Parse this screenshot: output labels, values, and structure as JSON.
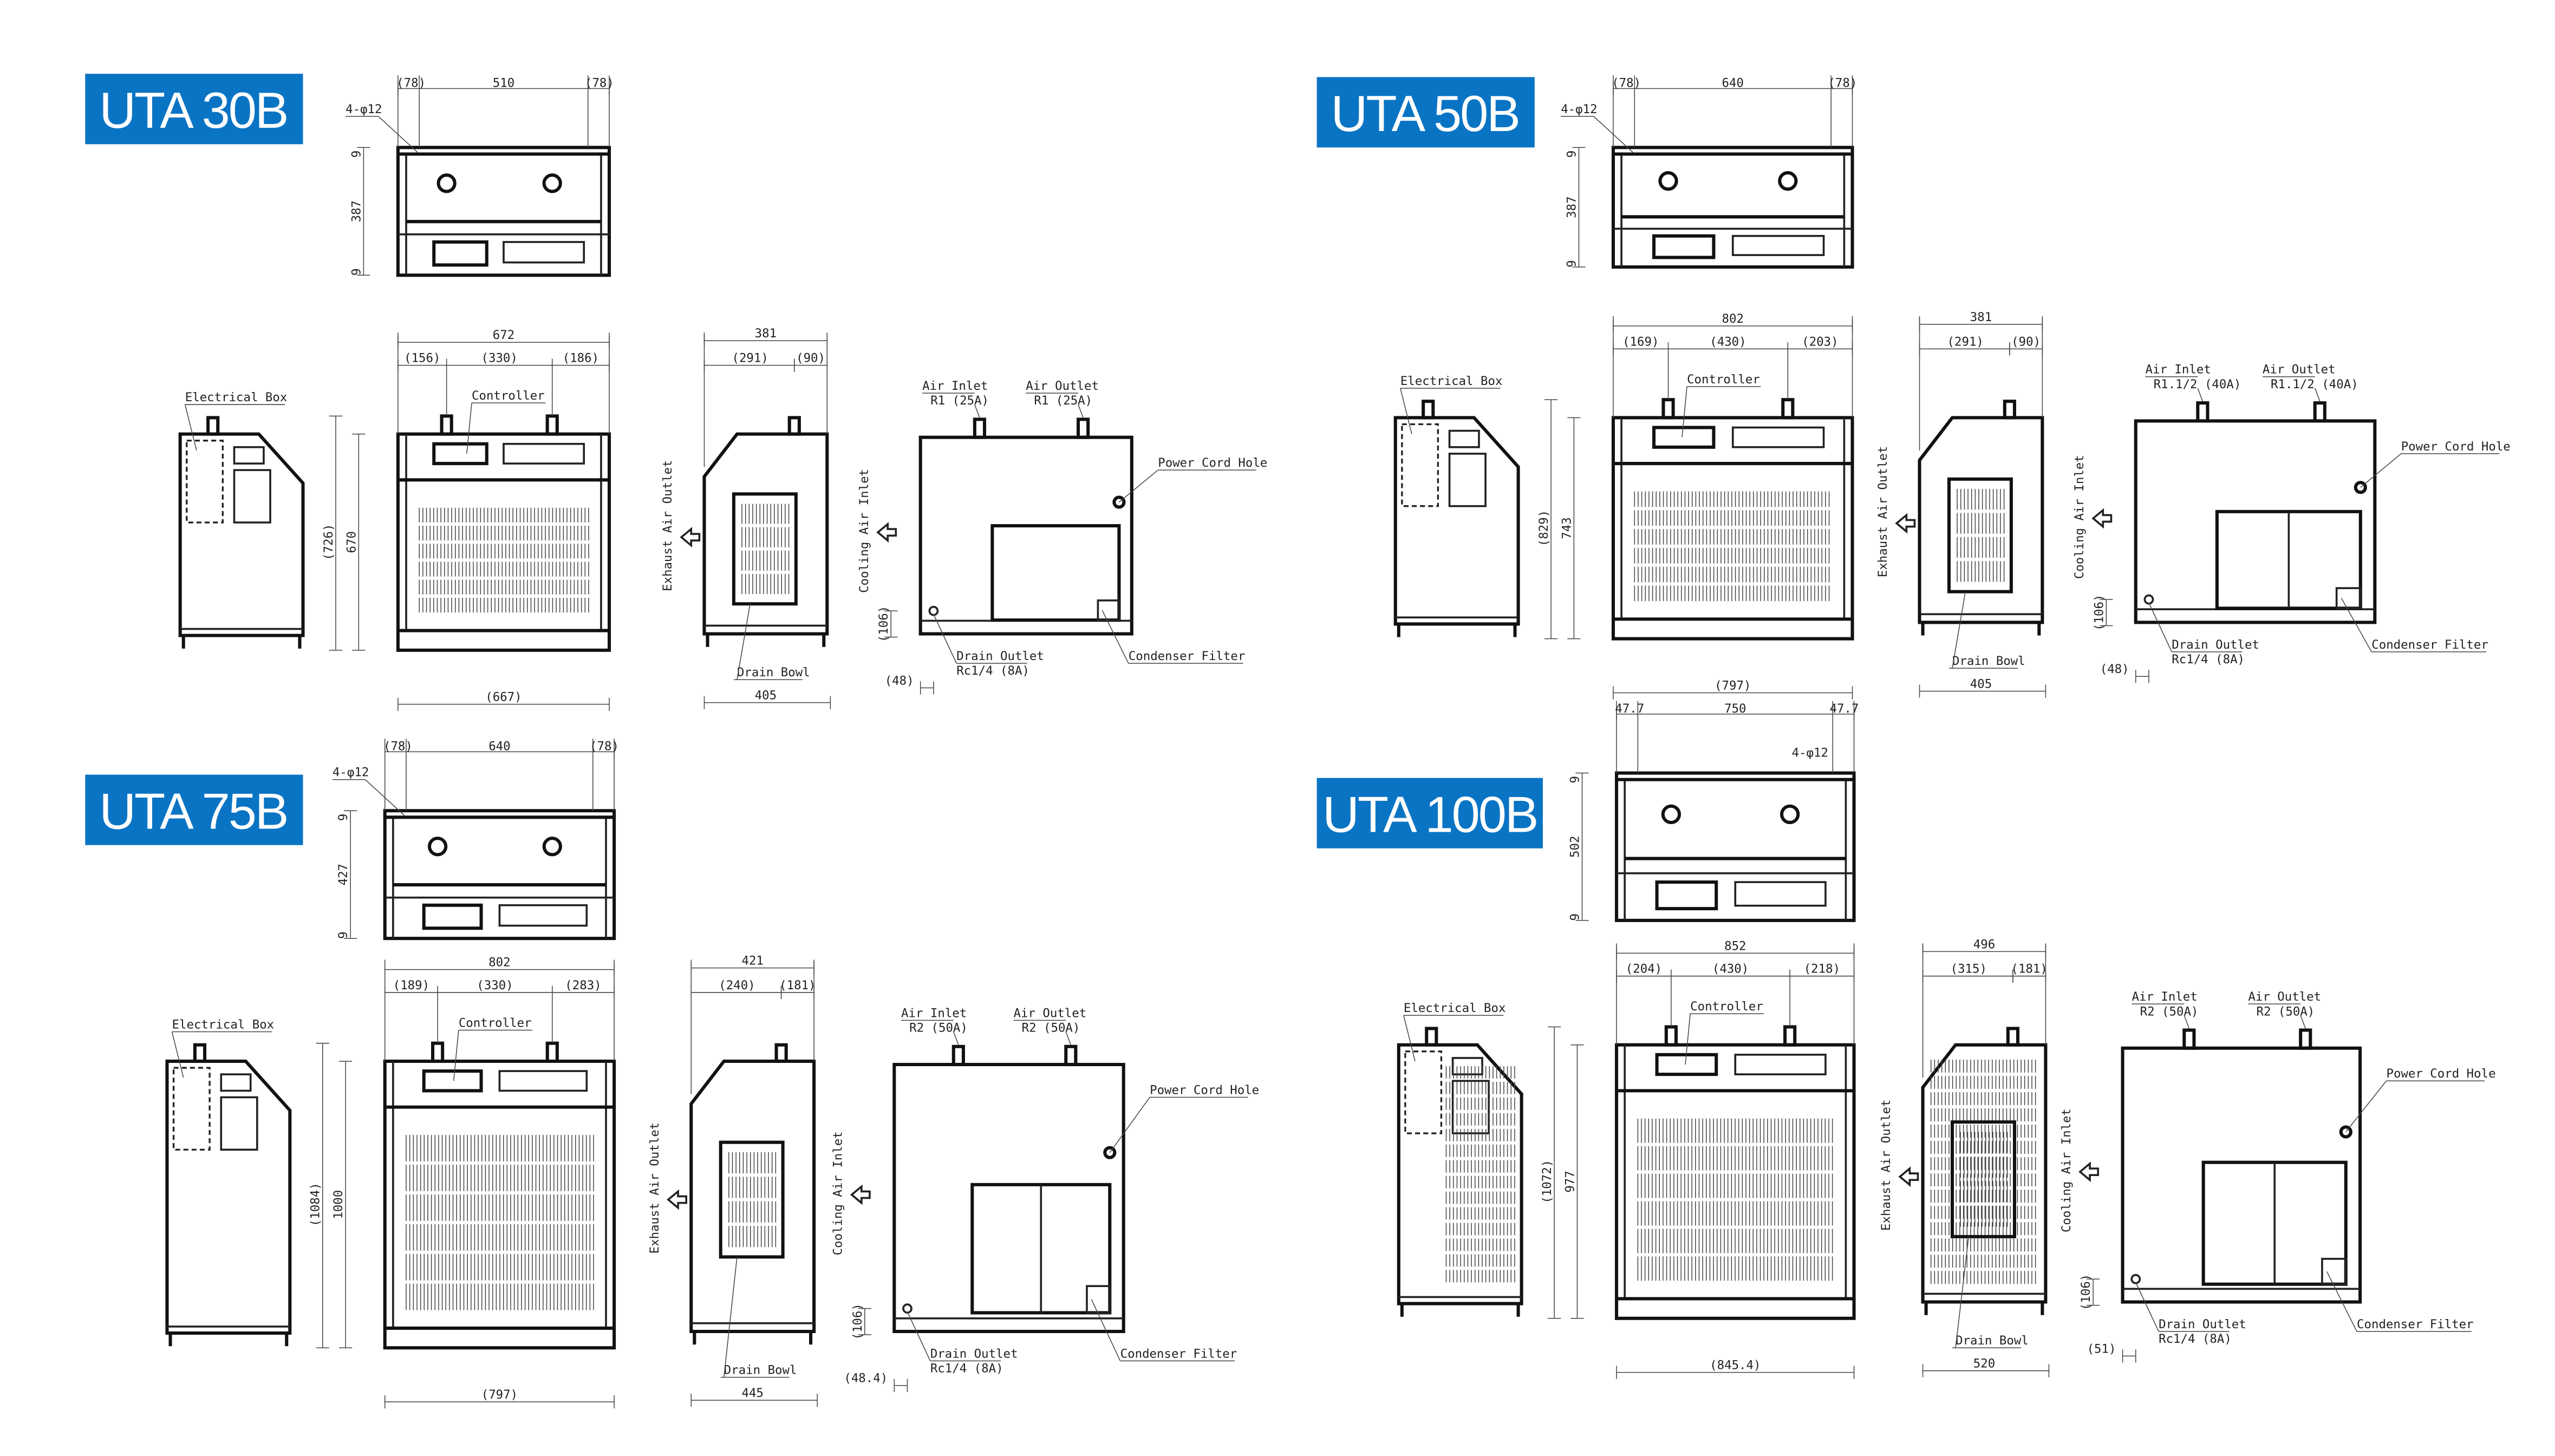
{
  "colors": {
    "badge": "#0a74c4",
    "line": "#222222"
  },
  "panels": [
    {
      "model": "UTA 30B",
      "top": {
        "left": "(78)",
        "mid": "510",
        "right": "(78)",
        "holes": "4-φ12",
        "v_top": "9",
        "v_mid": "387",
        "v_bot": "9"
      },
      "front": {
        "total": "672",
        "left": "(156)",
        "mid": "(330)",
        "right": "(186)",
        "controller": "Controller",
        "height_overall": "(726)",
        "height_body": "670",
        "base": "(667)"
      },
      "left_side": {
        "label": "Electrical Box"
      },
      "right_side": {
        "total": "381",
        "left": "(291)",
        "right": "(90)",
        "exhaust": "Exhaust Air Outlet",
        "drain_bowl": "Drain Bowl",
        "base": "405"
      },
      "rear": {
        "air_inlet": "Air Inlet",
        "air_inlet_size": "R1 (25A)",
        "air_outlet": "Air Outlet",
        "air_outlet_size": "R1 (25A)",
        "power": "Power Cord Hole",
        "cooling": "Cooling Air Inlet",
        "drain_h": "(106)",
        "drain_outlet": "Drain Outlet",
        "drain_size": "Rc1/4 (8A)",
        "filter": "Condenser Filter",
        "offset": "(48)"
      }
    },
    {
      "model": "UTA 50B",
      "top": {
        "left": "(78)",
        "mid": "640",
        "right": "(78)",
        "holes": "4-φ12",
        "v_top": "9",
        "v_mid": "387",
        "v_bot": "9"
      },
      "front": {
        "total": "802",
        "left": "(169)",
        "mid": "(430)",
        "right": "(203)",
        "controller": "Controller",
        "height_overall": "(829)",
        "height_body": "743",
        "base": "(797)"
      },
      "left_side": {
        "label": "Electrical Box"
      },
      "right_side": {
        "total": "381",
        "left": "(291)",
        "right": "(90)",
        "exhaust": "Exhaust Air Outlet",
        "drain_bowl": "Drain Bowl",
        "base": "405"
      },
      "rear": {
        "air_inlet": "Air Inlet",
        "air_inlet_size": "R1.1/2 (40A)",
        "air_outlet": "Air Outlet",
        "air_outlet_size": "R1.1/2 (40A)",
        "power": "Power Cord Hole",
        "cooling": "Cooling Air Inlet",
        "drain_h": "(106)",
        "drain_outlet": "Drain Outlet",
        "drain_size": "Rc1/4 (8A)",
        "filter": "Condenser Filter",
        "offset": "(48)"
      }
    },
    {
      "model": "UTA 75B",
      "top": {
        "left": "(78)",
        "mid": "640",
        "right": "(78)",
        "holes": "4-φ12",
        "v_top": "9",
        "v_mid": "427",
        "v_bot": "9"
      },
      "front": {
        "total": "802",
        "left": "(189)",
        "mid": "(330)",
        "right": "(283)",
        "controller": "Controller",
        "height_overall": "(1084)",
        "height_body": "1000",
        "base": "(797)"
      },
      "left_side": {
        "label": "Electrical Box"
      },
      "right_side": {
        "total": "421",
        "left": "(240)",
        "right": "(181)",
        "exhaust": "Exhaust Air Outlet",
        "drain_bowl": "Drain Bowl",
        "base": "445"
      },
      "rear": {
        "air_inlet": "Air Inlet",
        "air_inlet_size": "R2 (50A)",
        "air_outlet": "Air Outlet",
        "air_outlet_size": "R2 (50A)",
        "power": "Power Cord Hole",
        "cooling": "Cooling Air Inlet",
        "drain_h": "(106)",
        "drain_outlet": "Drain Outlet",
        "drain_size": "Rc1/4 (8A)",
        "filter": "Condenser Filter",
        "offset": "(48.4)"
      }
    },
    {
      "model": "UTA 100B",
      "top": {
        "left": "47.7",
        "mid": "750",
        "right": "47.7",
        "holes": "4-φ12",
        "v_top": "9",
        "v_mid": "502",
        "v_bot": "9"
      },
      "front": {
        "total": "852",
        "left": "(204)",
        "mid": "(430)",
        "right": "(218)",
        "controller": "Controller",
        "height_overall": "(1072)",
        "height_body": "977",
        "base": "(845.4)"
      },
      "left_side": {
        "label": "Electrical Box"
      },
      "right_side": {
        "total": "496",
        "left": "(315)",
        "right": "(181)",
        "exhaust": "Exhaust Air Outlet",
        "drain_bowl": "Drain Bowl",
        "base": "520"
      },
      "rear": {
        "air_inlet": "Air Inlet",
        "air_inlet_size": "R2 (50A)",
        "air_outlet": "Air Outlet",
        "air_outlet_size": "R2 (50A)",
        "power": "Power Cord Hole",
        "cooling": "Cooling Air Inlet",
        "drain_h": "(106)",
        "drain_outlet": "Drain Outlet",
        "drain_size": "Rc1/4 (8A)",
        "filter": "Condenser Filter",
        "offset": "(51)"
      }
    }
  ]
}
